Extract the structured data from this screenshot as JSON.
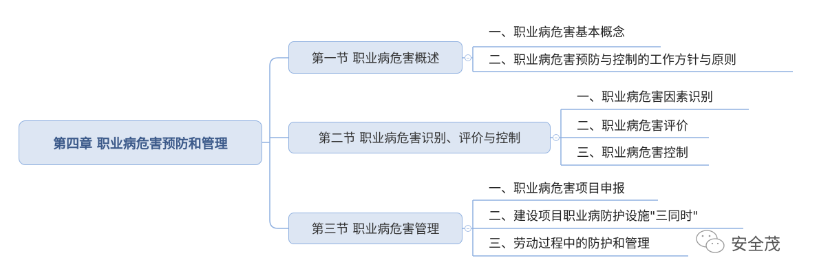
{
  "root": {
    "label": "第四章 职业病危害预防和管理"
  },
  "sections": [
    {
      "label": "第一节 职业病危害概述",
      "items": [
        "一、职业病危害基本概念",
        "二、职业病危害预防与控制的工作方针与原则"
      ]
    },
    {
      "label": "第二节 职业病危害识别、评价与控制",
      "items": [
        "一、职业病危害因素识别",
        "二、职业病危害评价",
        "三、职业病危害控制"
      ]
    },
    {
      "label": "第三节 职业病危害管理",
      "items": [
        "一、职业病危害项目申报",
        "二、建设项目职业病防护设施\"三同时\"",
        "三、劳动过程中的防护和管理"
      ]
    }
  ],
  "watermark": {
    "text": "安全茂",
    "icon": "wechat-icon"
  },
  "colors": {
    "line": "#8fb0e0",
    "node_fill": "#dde6f3",
    "root_text": "#3c5a8a"
  }
}
